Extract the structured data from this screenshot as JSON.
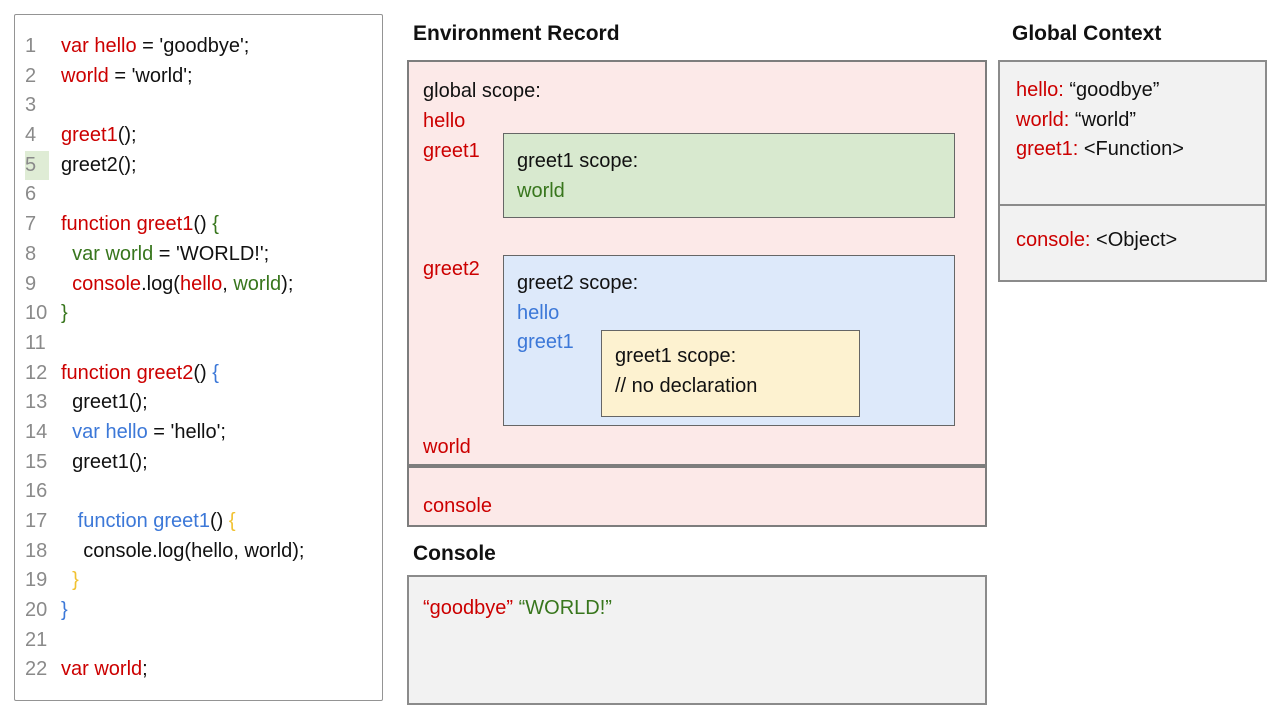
{
  "colors": {
    "red": "#cc0000",
    "green": "#38761d",
    "blue": "#3c78d8",
    "gold": "#f1c232",
    "pink_bg": "#fce9e8",
    "green_bg": "#d8e9cf",
    "blue_bg": "#dde9fa",
    "yellow_bg": "#fdf2d0",
    "gray_bg": "#f2f2f2",
    "line_highlight": "#dfecd5"
  },
  "code_panel": {
    "lines": [
      {
        "num": "1",
        "tokens": [
          {
            "t": "var hello",
            "c": "red"
          },
          {
            "t": " = 'goodbye';",
            "c": "black"
          }
        ]
      },
      {
        "num": "2",
        "tokens": [
          {
            "t": "world",
            "c": "red"
          },
          {
            "t": " = 'world';",
            "c": "black"
          }
        ]
      },
      {
        "num": "3",
        "tokens": []
      },
      {
        "num": "4",
        "tokens": [
          {
            "t": "greet1",
            "c": "red"
          },
          {
            "t": "();",
            "c": "black"
          }
        ]
      },
      {
        "num": "5",
        "highlight": true,
        "tokens": [
          {
            "t": "greet2();",
            "c": "black"
          }
        ]
      },
      {
        "num": "6",
        "tokens": []
      },
      {
        "num": "7",
        "tokens": [
          {
            "t": "function greet1",
            "c": "red"
          },
          {
            "t": "() ",
            "c": "black"
          },
          {
            "t": "{",
            "c": "green"
          }
        ]
      },
      {
        "num": "8",
        "tokens": [
          {
            "t": "  var world",
            "c": "green"
          },
          {
            "t": " = 'WORLD!';",
            "c": "black"
          }
        ]
      },
      {
        "num": "9",
        "tokens": [
          {
            "t": "  console",
            "c": "red"
          },
          {
            "t": ".log(",
            "c": "black"
          },
          {
            "t": "hello",
            "c": "red"
          },
          {
            "t": ", ",
            "c": "black"
          },
          {
            "t": "world",
            "c": "green"
          },
          {
            "t": ");",
            "c": "black"
          }
        ]
      },
      {
        "num": "10",
        "tokens": [
          {
            "t": "}",
            "c": "green"
          }
        ]
      },
      {
        "num": "11",
        "tokens": []
      },
      {
        "num": "12",
        "tokens": [
          {
            "t": "function greet2",
            "c": "red"
          },
          {
            "t": "() ",
            "c": "black"
          },
          {
            "t": "{",
            "c": "blue"
          }
        ]
      },
      {
        "num": "13",
        "tokens": [
          {
            "t": "  greet1();",
            "c": "black"
          }
        ]
      },
      {
        "num": "14",
        "tokens": [
          {
            "t": "  var hello",
            "c": "blue"
          },
          {
            "t": " = 'hello';",
            "c": "black"
          }
        ]
      },
      {
        "num": "15",
        "tokens": [
          {
            "t": "  greet1();",
            "c": "black"
          }
        ]
      },
      {
        "num": "16",
        "tokens": []
      },
      {
        "num": "17",
        "tokens": [
          {
            "t": "   function greet1",
            "c": "blue"
          },
          {
            "t": "() ",
            "c": "black"
          },
          {
            "t": "{",
            "c": "gold"
          }
        ]
      },
      {
        "num": "18",
        "tokens": [
          {
            "t": "    console.log(hello, world);",
            "c": "black"
          }
        ]
      },
      {
        "num": "19",
        "tokens": [
          {
            "t": "  }",
            "c": "gold"
          }
        ]
      },
      {
        "num": "20",
        "tokens": [
          {
            "t": "}",
            "c": "blue"
          }
        ]
      },
      {
        "num": "21",
        "tokens": []
      },
      {
        "num": "22",
        "tokens": [
          {
            "t": "var world",
            "c": "red"
          },
          {
            "t": ";",
            "c": "black"
          }
        ]
      }
    ]
  },
  "env": {
    "title": "Environment Record",
    "global_label": "global scope:",
    "var_hello": "hello",
    "var_greet1": "greet1",
    "var_greet2": "greet2",
    "var_world": "world",
    "var_console": "console",
    "greet1_scope": {
      "label": "greet1 scope:",
      "var_world": "world"
    },
    "greet2_scope": {
      "label": "greet2 scope:",
      "var_hello": "hello",
      "var_greet1": "greet1",
      "inner_scope": {
        "label": "greet1 scope:",
        "comment": "// no declaration"
      }
    }
  },
  "console_panel": {
    "title": "Console",
    "entries": [
      {
        "t": "“goodbye”",
        "c": "red"
      },
      {
        "t": "“WORLD!”",
        "c": "green"
      }
    ]
  },
  "global_context": {
    "title": "Global Context",
    "box1": [
      {
        "name": "hello:",
        "value": "“goodbye”"
      },
      {
        "name": "world:",
        "value": "“world”"
      },
      {
        "name": "greet1:",
        "value": "<Function>"
      }
    ],
    "box2": [
      {
        "name": "console:",
        "value": "<Object>"
      }
    ]
  }
}
